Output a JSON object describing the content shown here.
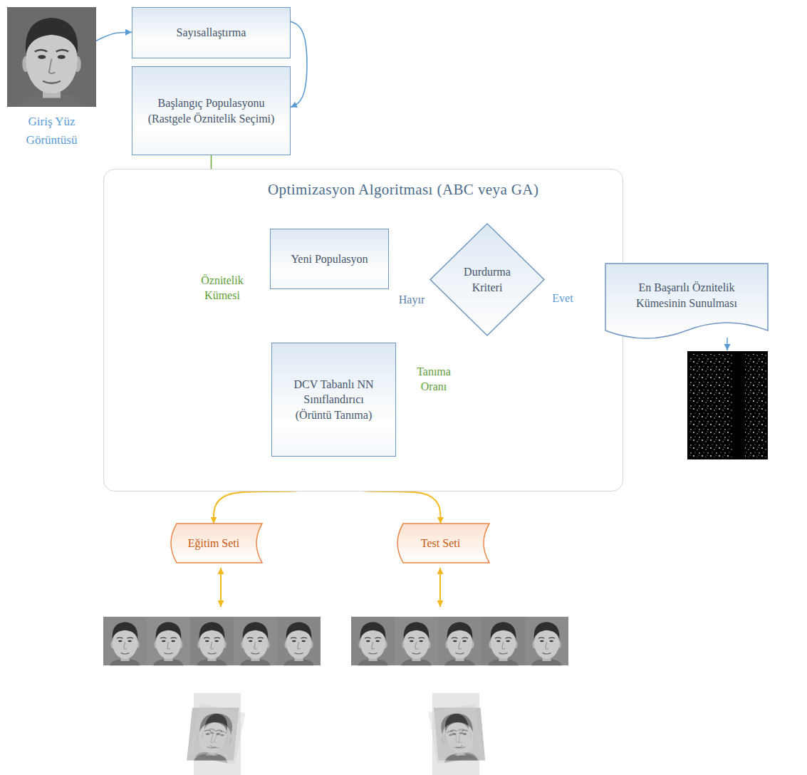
{
  "diagram": {
    "nodes": [
      {
        "text": [
          "Giriş Yüz Görüntüsü"
        ]
      },
      {
        "text": [
          "Sayısallaştırma"
        ]
      },
      {
        "text": [
          "Başlangıç Populasyonu (Rastgele Öznitelik Seçimi)"
        ]
      },
      {
        "text": [
          "Optimizasyon Algoritması (ABC veya GA)"
        ]
      },
      {
        "text": [
          "Yeni Populasyon"
        ],
        "in": 3
      },
      {
        "text": [
          "Durdurma Kriteri"
        ],
        "in": 3
      },
      {
        "text": [
          "DCV Tabanlı NN Sınıflandırıcı (Örüntü Tanıma)"
        ],
        "in": 3
      },
      {
        "text": [
          "En Başarılı Öznitelik Kümesinin Sunulması"
        ]
      },
      {
        "text": [
          "Eğitim Seti"
        ]
      },
      {
        "text": [
          "Test Seti"
        ]
      }
    ],
    "edges": [
      {
        "from": 0,
        "to": 1,
        "arrow": "to"
      },
      {
        "from": 1,
        "to": 2,
        "arrow": "to"
      },
      {
        "from": 2,
        "to": 6,
        "arrow": "to",
        "label": "Öznitelik Kümesi"
      },
      {
        "from": 6,
        "to": 5,
        "arrow": "to",
        "label": "Tanıma Oranı"
      },
      {
        "from": 5,
        "to": 4,
        "arrow": "to",
        "label": "Hayır"
      },
      {
        "from": 4,
        "to": 6,
        "arrow": "to"
      },
      {
        "from": 5,
        "to": 7,
        "arrow": "to",
        "label": "Evet"
      },
      {
        "from": 6,
        "to": 8,
        "arrow": "both"
      },
      {
        "from": 6,
        "to": 9,
        "arrow": "both"
      }
    ]
  }
}
